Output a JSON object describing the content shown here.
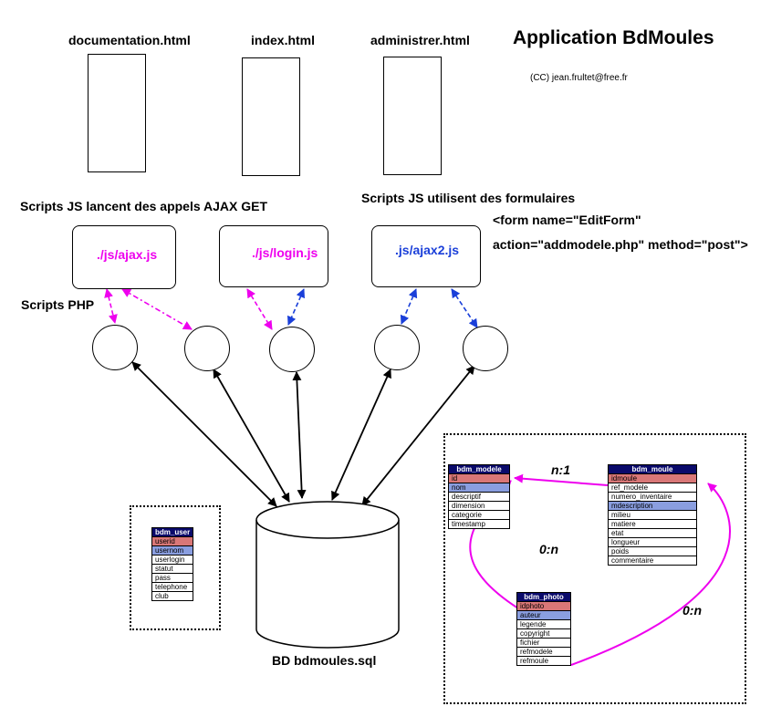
{
  "app_title": "Application BdMoules",
  "copyright": "(CC) jean.frultet@free.fr",
  "pages": [
    {
      "name": "documentation.html"
    },
    {
      "name": "index.html"
    },
    {
      "name": "administrer.html"
    }
  ],
  "ajax_heading": "Scripts JS lancent des appels AJAX GET",
  "form_heading": "Scripts JS utilisent des formulaires",
  "form_line1": "<form name=\"EditForm\"",
  "form_line2": "action=\"addmodele.php\" method=\"post\">",
  "php_label": "Scripts PHP",
  "js_scripts": [
    {
      "label": "./js/ajax.js",
      "color": "#ee00ee"
    },
    {
      "label": "./js/login.js",
      "color": "#ee00ee"
    },
    {
      "label": ".js/ajax2.js",
      "color": "#1a3fd9"
    }
  ],
  "db_label": "BD bdmoules.sql",
  "colors": {
    "ajax_arrow": "#ee00ee",
    "form_arrow": "#1a3fd9",
    "relation": "#ee00ee",
    "table_header": "#0a0a6b",
    "primary_key": "#d97777",
    "label_field": "#8a9ee0"
  },
  "tables": {
    "bdm_user": {
      "name": "bdm_user",
      "fields": [
        "userid",
        "usernom",
        "userlogin",
        "statut",
        "pass",
        "telephone",
        "club"
      ]
    },
    "bdm_modele": {
      "name": "bdm_modele",
      "fields": [
        "id",
        "nom",
        "descriptif",
        "dimension",
        "categorie",
        "timestamp"
      ]
    },
    "bdm_moule": {
      "name": "bdm_moule",
      "fields": [
        "idmoule",
        "ref_modele",
        "numero_inventaire",
        "mdescription",
        "milieu",
        "matiere",
        "etat",
        "longueur",
        "poids",
        "commentaire"
      ]
    },
    "bdm_photo": {
      "name": "bdm_photo",
      "fields": [
        "idphoto",
        "auteur",
        "legende",
        "copyright",
        "fichier",
        "refmodele",
        "refmoule"
      ]
    }
  },
  "relations": {
    "moule_modele": "n:1",
    "photo_modele": "0:n",
    "photo_moule": "0:n"
  }
}
